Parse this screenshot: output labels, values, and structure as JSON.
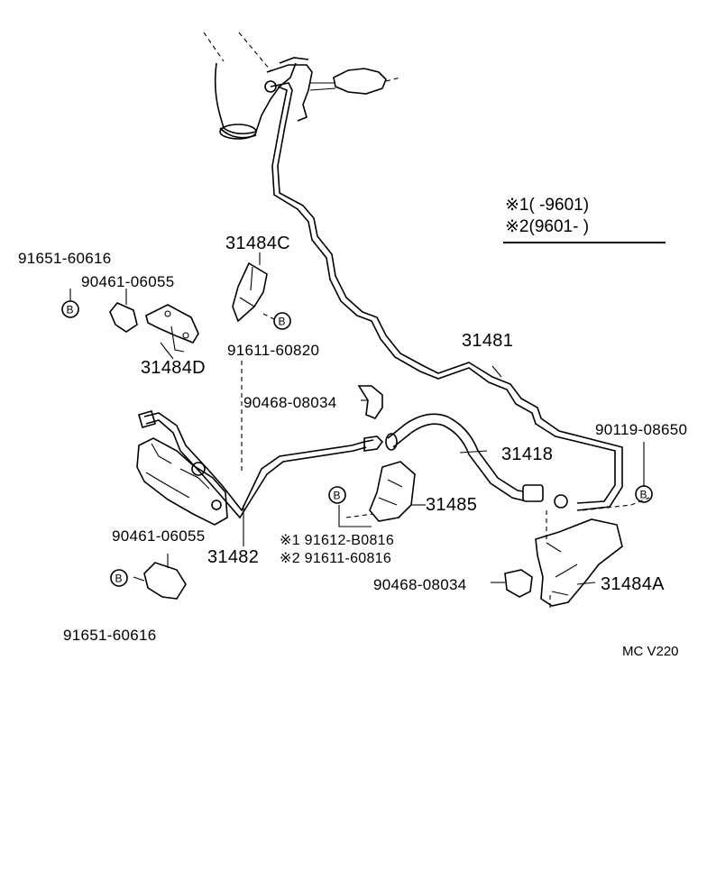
{
  "legend": {
    "row1_mark": "※1",
    "row1_text": "(        -9601)",
    "row2_mark": "※2",
    "row2_text": "(9601-         )"
  },
  "labels": {
    "p91651_top": "91651-60616",
    "p90461_top": "90461-06055",
    "p31484D": "31484D",
    "p31484C": "31484C",
    "p91611_60820": "91611-60820",
    "p90468_top": "90468-08034",
    "p31481": "31481",
    "p90119": "90119-08650",
    "p31418": "31418",
    "p31485": "31485",
    "p91612_B0816": "※1 91612-B0816",
    "p91611_60816": "※2 91611-60816",
    "p90461_bottom": "90461-06055",
    "p31482": "31482",
    "p91651_bottom": "91651-60616",
    "p90468_bottom": "90468-08034",
    "p31484A": "31484A",
    "bolt_letter": "B"
  },
  "drawing_code": "MC V220"
}
